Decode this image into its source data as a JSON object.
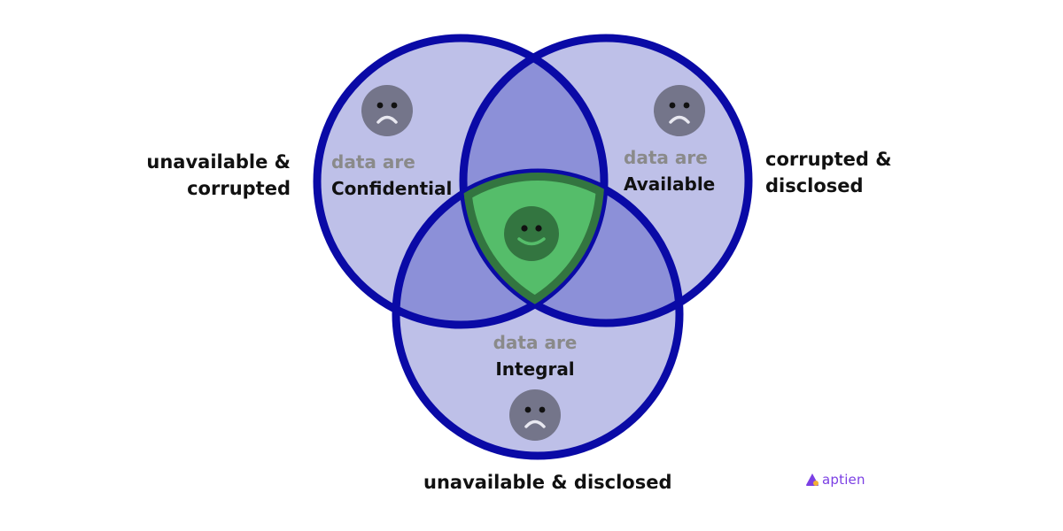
{
  "colors": {
    "circle_fill": "#bec0e8",
    "pair_overlap_fill": "#8c90d8",
    "circle_stroke": "#0a0aa6",
    "center_fill": "#55bd6a",
    "center_stroke": "#337540",
    "sad_face": "#74758a",
    "happy_face": "#337540",
    "sub_text": "#8a8a8a",
    "main_text": "#111111",
    "logo": "#7b3fe4"
  },
  "circles": [
    {
      "id": "confidential",
      "prefix": "data are",
      "label": "Confidential",
      "face_icon": "sad-face-icon"
    },
    {
      "id": "available",
      "prefix": "data are",
      "label": "Available",
      "face_icon": "sad-face-icon"
    },
    {
      "id": "integral",
      "prefix": "data are",
      "label": "Integral",
      "face_icon": "sad-face-icon"
    }
  ],
  "center": {
    "face_icon": "happy-face-icon"
  },
  "outer_labels": {
    "left": [
      "unavailable &",
      "corrupted"
    ],
    "right": [
      "corrupted &",
      "disclosed"
    ],
    "bottom": "unavailable & disclosed"
  },
  "logo": {
    "text": "aptien",
    "icon": "aptien-logo-icon"
  }
}
